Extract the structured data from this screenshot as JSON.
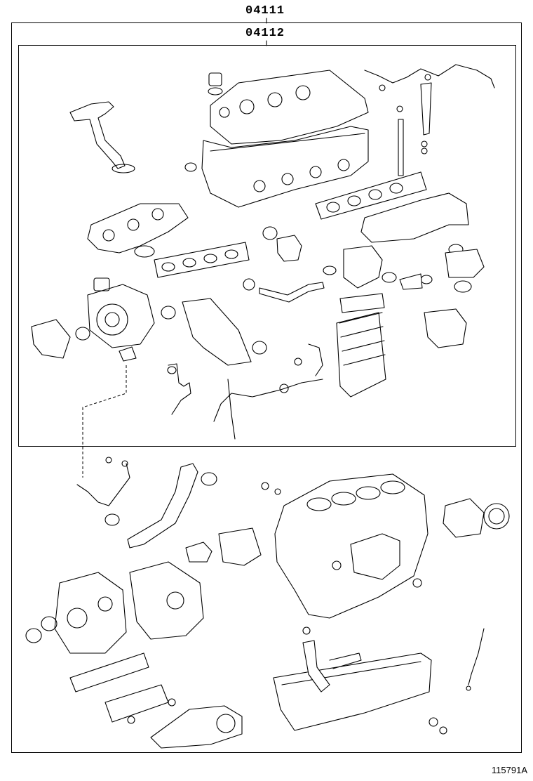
{
  "diagram": {
    "assembly_label": "04111",
    "subassembly_label": "04112",
    "reference_code": "115791A"
  }
}
